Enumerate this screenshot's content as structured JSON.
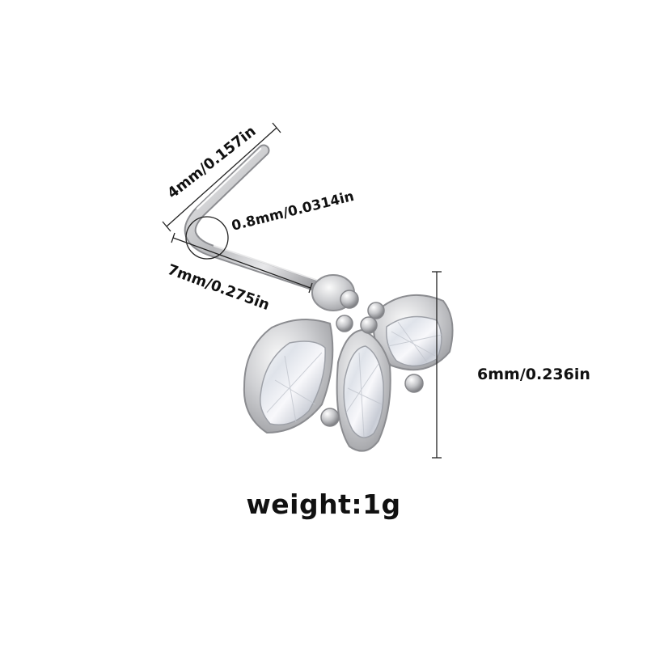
{
  "product": {
    "name": "lotus-l-shape-nose-stud",
    "material_color": "#c9cacc",
    "stone_color": "#eef0f4"
  },
  "dimensions": {
    "pin_length": "4mm/0.157in",
    "gauge": "0.8mm/0.0314in",
    "bar_length": "7mm/0.275in",
    "head_height": "6mm/0.236in"
  },
  "weight_label": "weight:1g"
}
